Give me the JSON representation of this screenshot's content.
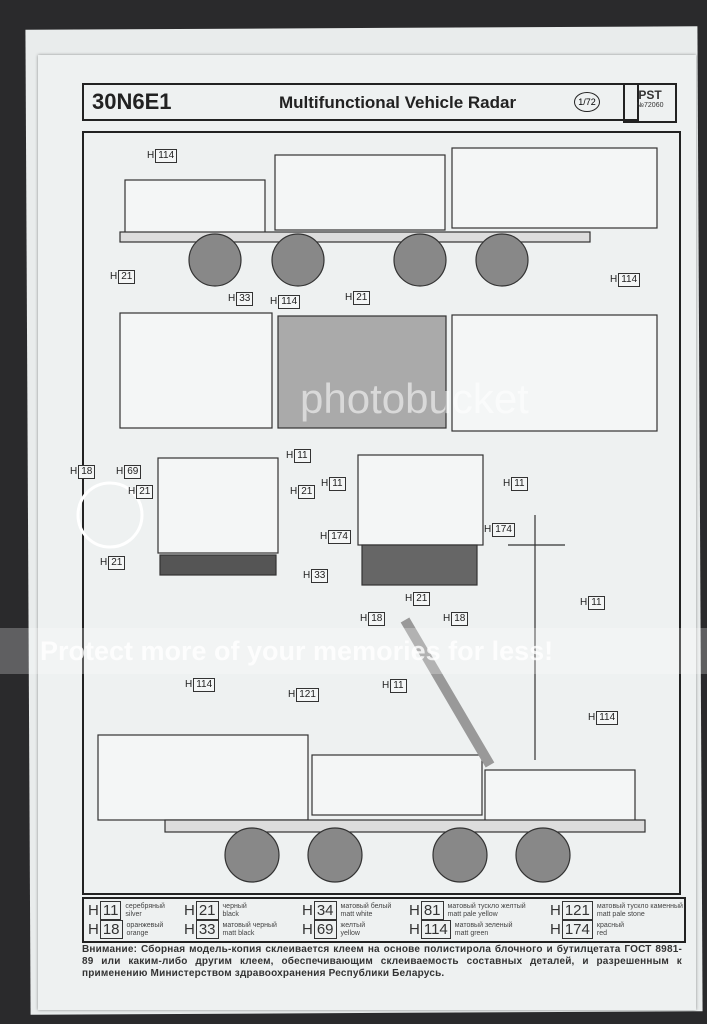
{
  "header": {
    "code": "30N6E1",
    "title": "Multifunctional Vehicle Radar",
    "scale": "1/72",
    "logo": "PST",
    "catalog_no": "№72060"
  },
  "callouts": [
    "H",
    "114",
    "21",
    "33",
    "11",
    "18",
    "69",
    "174",
    "121"
  ],
  "legend": [
    {
      "code": "11",
      "ru": "серебряный",
      "en": "silver"
    },
    {
      "code": "18",
      "ru": "оранжевый",
      "en": "orange"
    },
    {
      "code": "21",
      "ru": "черный",
      "en": "black"
    },
    {
      "code": "33",
      "ru": "матовый черный",
      "en": "matt black"
    },
    {
      "code": "34",
      "ru": "матовый белый",
      "en": "matt white"
    },
    {
      "code": "69",
      "ru": "желтый",
      "en": "yellow"
    },
    {
      "code": "81",
      "ru": "матовый тускло желтый",
      "en": "matt pale yellow"
    },
    {
      "code": "114",
      "ru": "матовый зеленый",
      "en": "matt green"
    },
    {
      "code": "121",
      "ru": "матовый тускло каменный",
      "en": "matt pale stone"
    },
    {
      "code": "174",
      "ru": "красный",
      "en": "red"
    }
  ],
  "note": "Внимание: Сборная модель-копия склеивается клеем на основе полистирола блочного и бутилцетата ГОСТ 8981-89 или каким-либо другим клеем, обеспечивающим склеиваемость составных деталей, и разрешенным к применению Министерством здравоохранения Республики Беларусь.",
  "watermark": {
    "brand": "photobucket",
    "slogan": "Protect more of your memories for less!"
  }
}
